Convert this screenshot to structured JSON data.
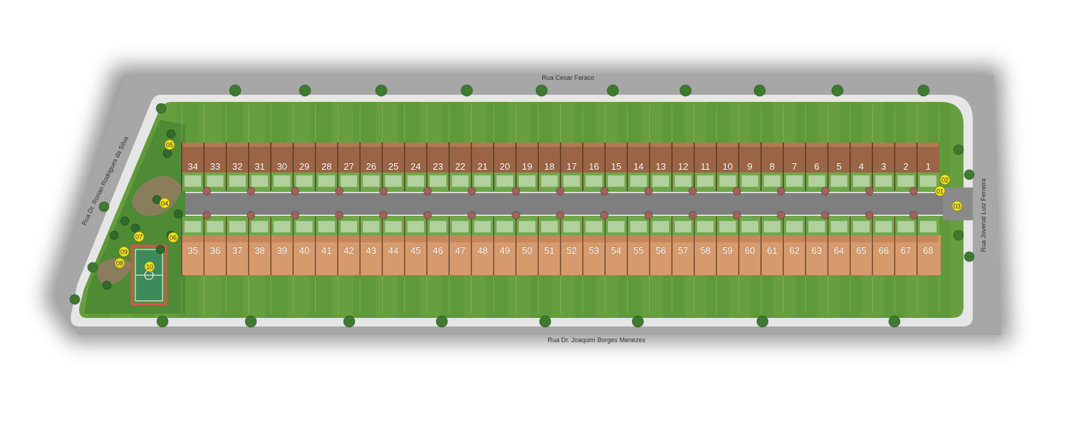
{
  "streets": {
    "top": "Rua Cesar Faraco",
    "bottom": "Rua Dr. Joaquim Borges Menezes",
    "left": "Rua Dr. Rorian Rodrigues da Silva",
    "right": "Rua Jovenal Luiz Ferreira"
  },
  "lots": {
    "top_row": [
      "34",
      "33",
      "32",
      "31",
      "30",
      "29",
      "28",
      "27",
      "26",
      "25",
      "24",
      "23",
      "22",
      "21",
      "20",
      "19",
      "18",
      "17",
      "16",
      "15",
      "14",
      "13",
      "12",
      "11",
      "10",
      "9",
      "8",
      "7",
      "6",
      "5",
      "4",
      "3",
      "2",
      "1"
    ],
    "bottom_row": [
      "35",
      "36",
      "37",
      "38",
      "39",
      "40",
      "41",
      "42",
      "43",
      "44",
      "45",
      "46",
      "47",
      "48",
      "49",
      "50",
      "51",
      "52",
      "53",
      "54",
      "55",
      "56",
      "57",
      "58",
      "59",
      "60",
      "61",
      "62",
      "63",
      "64",
      "65",
      "66",
      "67",
      "68"
    ]
  },
  "markers": [
    "01",
    "02",
    "03",
    "04",
    "05",
    "06",
    "07",
    "08",
    "09",
    "10"
  ],
  "colors": {
    "lawn": "#5f9a3a",
    "lawn_light": "#77b24c",
    "road": "#7f7f7f",
    "sidewalk": "#e6e6e6",
    "roof_top": "#9b6444",
    "roof_bottom": "#d79a6c",
    "marker": "#f2e41e"
  }
}
